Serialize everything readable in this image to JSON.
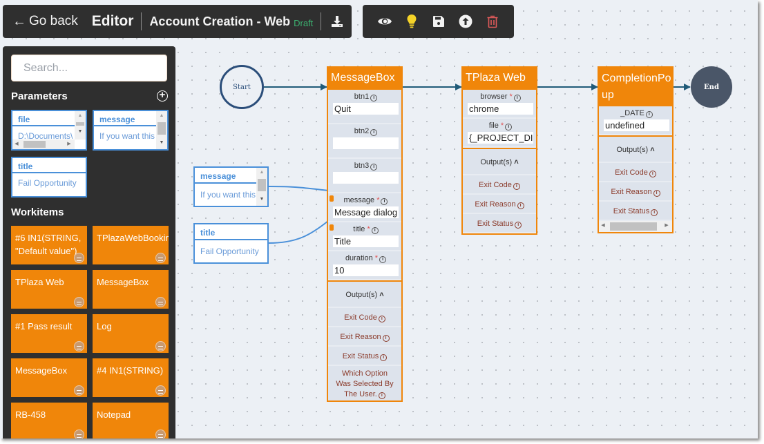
{
  "topbar": {
    "go_back_label": "Go back",
    "editor_label": "Editor",
    "project_title": "Account Creation - Web",
    "status_badge": "Draft",
    "download_icon": "download-icon"
  },
  "toolbar": {
    "icons": [
      "eye-icon",
      "lightbulb-icon",
      "save-icon",
      "upload-icon",
      "trash-icon"
    ]
  },
  "sidebar": {
    "search_placeholder": "Search...",
    "parameters_title": "Parameters",
    "parameters": [
      {
        "name": "file",
        "value": "D:\\Documents\\"
      },
      {
        "name": "message",
        "value": "If you want this to fail, click the"
      },
      {
        "name": "title",
        "value": "Fail Opportunity"
      }
    ],
    "workitems_title": "Workitems",
    "workitems": [
      {
        "label": "#6 IN1(STRING,\n\"Default value\")",
        "line1": "#6 IN1(STRING,",
        "line2": "\"Default value\")"
      },
      {
        "label": "TPlazaWebBooking",
        "line1": "TPlazaWebBooking",
        "line2": ""
      },
      {
        "label": "TPlaza Web",
        "line1": "TPlaza Web",
        "line2": ""
      },
      {
        "label": "MessageBox",
        "line1": "MessageBox",
        "line2": ""
      },
      {
        "label": "#1 Pass result",
        "line1": "#1 Pass result",
        "line2": ""
      },
      {
        "label": "Log",
        "line1": "Log",
        "line2": ""
      },
      {
        "label": "MessageBox",
        "line1": "MessageBox",
        "line2": ""
      },
      {
        "label": "#4 IN1(STRING)",
        "line1": "#4 IN1(STRING)",
        "line2": ""
      },
      {
        "label": "RB-458",
        "line1": "RB-458",
        "line2": ""
      },
      {
        "label": "Notepad",
        "line1": "Notepad",
        "line2": ""
      }
    ]
  },
  "canvas": {
    "start_label": "Start",
    "end_label": "End",
    "params": [
      {
        "name": "message",
        "value": "If you want this to fail, click the"
      },
      {
        "name": "title",
        "value": "Fail Opportunity"
      }
    ],
    "nodes": [
      {
        "title": "MessageBox",
        "fields": [
          {
            "label": "btn1",
            "required": false,
            "value": "Quit"
          },
          {
            "label": "btn2",
            "required": false,
            "value": ""
          },
          {
            "label": "btn3",
            "required": false,
            "value": ""
          },
          {
            "label": "message",
            "required": true,
            "value": "Message dialog"
          },
          {
            "label": "title",
            "required": true,
            "value": "Title"
          },
          {
            "label": "duration",
            "required": true,
            "value": "10"
          }
        ],
        "outputs_label": "Output(s)",
        "outputs": [
          "Exit Code",
          "Exit Reason",
          "Exit Status",
          "Which Option Was Selected By The User."
        ]
      },
      {
        "title": "TPlaza Web",
        "fields": [
          {
            "label": "browser",
            "required": true,
            "value": "chrome"
          },
          {
            "label": "file",
            "required": true,
            "value": "{_PROJECT_DIR}"
          }
        ],
        "outputs_label": "Output(s)",
        "outputs": [
          "Exit Code",
          "Exit Reason",
          "Exit Status"
        ]
      },
      {
        "title": "CompletionPopup",
        "title_line1": "CompletionPo",
        "title_line2": "up",
        "fields": [
          {
            "label": "_DATE",
            "required": false,
            "value": "undefined"
          }
        ],
        "outputs_label": "Output(s)",
        "outputs": [
          "Exit Code",
          "Exit Reason",
          "Exit Status"
        ]
      }
    ]
  },
  "colors": {
    "accent_orange": "#f0860a",
    "param_blue": "#4a90d9",
    "draft_green": "#3cb371",
    "edge_teal": "#1f5a78",
    "start_blue": "#2b4e7a",
    "end_slate": "#4a5668",
    "delete_red": "#e05a5a",
    "bulb_yellow": "#f5d328"
  }
}
